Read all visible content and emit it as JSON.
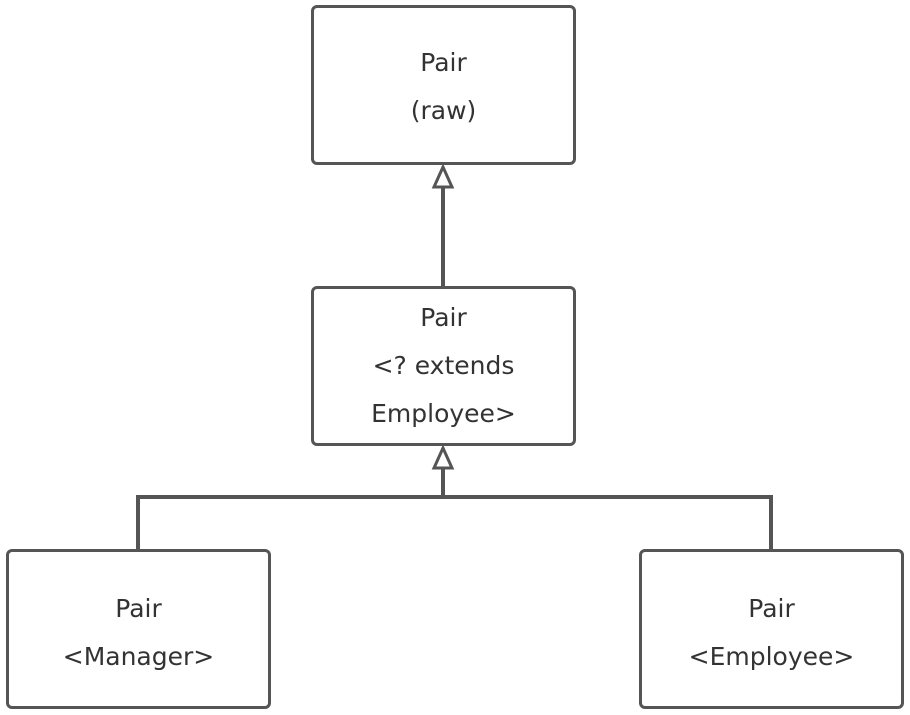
{
  "diagram": {
    "colors": {
      "stroke": "#555555",
      "text": "#333333",
      "background": "#ffffff"
    },
    "nodes": {
      "raw": {
        "lines": [
          "Pair",
          "(raw)"
        ]
      },
      "wildcard": {
        "lines": [
          "Pair",
          "<? extends",
          "Employee>"
        ]
      },
      "manager": {
        "lines": [
          "Pair",
          "<Manager>"
        ]
      },
      "employee": {
        "lines": [
          "Pair",
          "<Employee>"
        ]
      }
    },
    "edges": [
      {
        "from": "wildcard",
        "to": "raw",
        "type": "inheritance"
      },
      {
        "from": "manager",
        "to": "wildcard",
        "type": "inheritance"
      },
      {
        "from": "employee",
        "to": "wildcard",
        "type": "inheritance"
      }
    ]
  }
}
